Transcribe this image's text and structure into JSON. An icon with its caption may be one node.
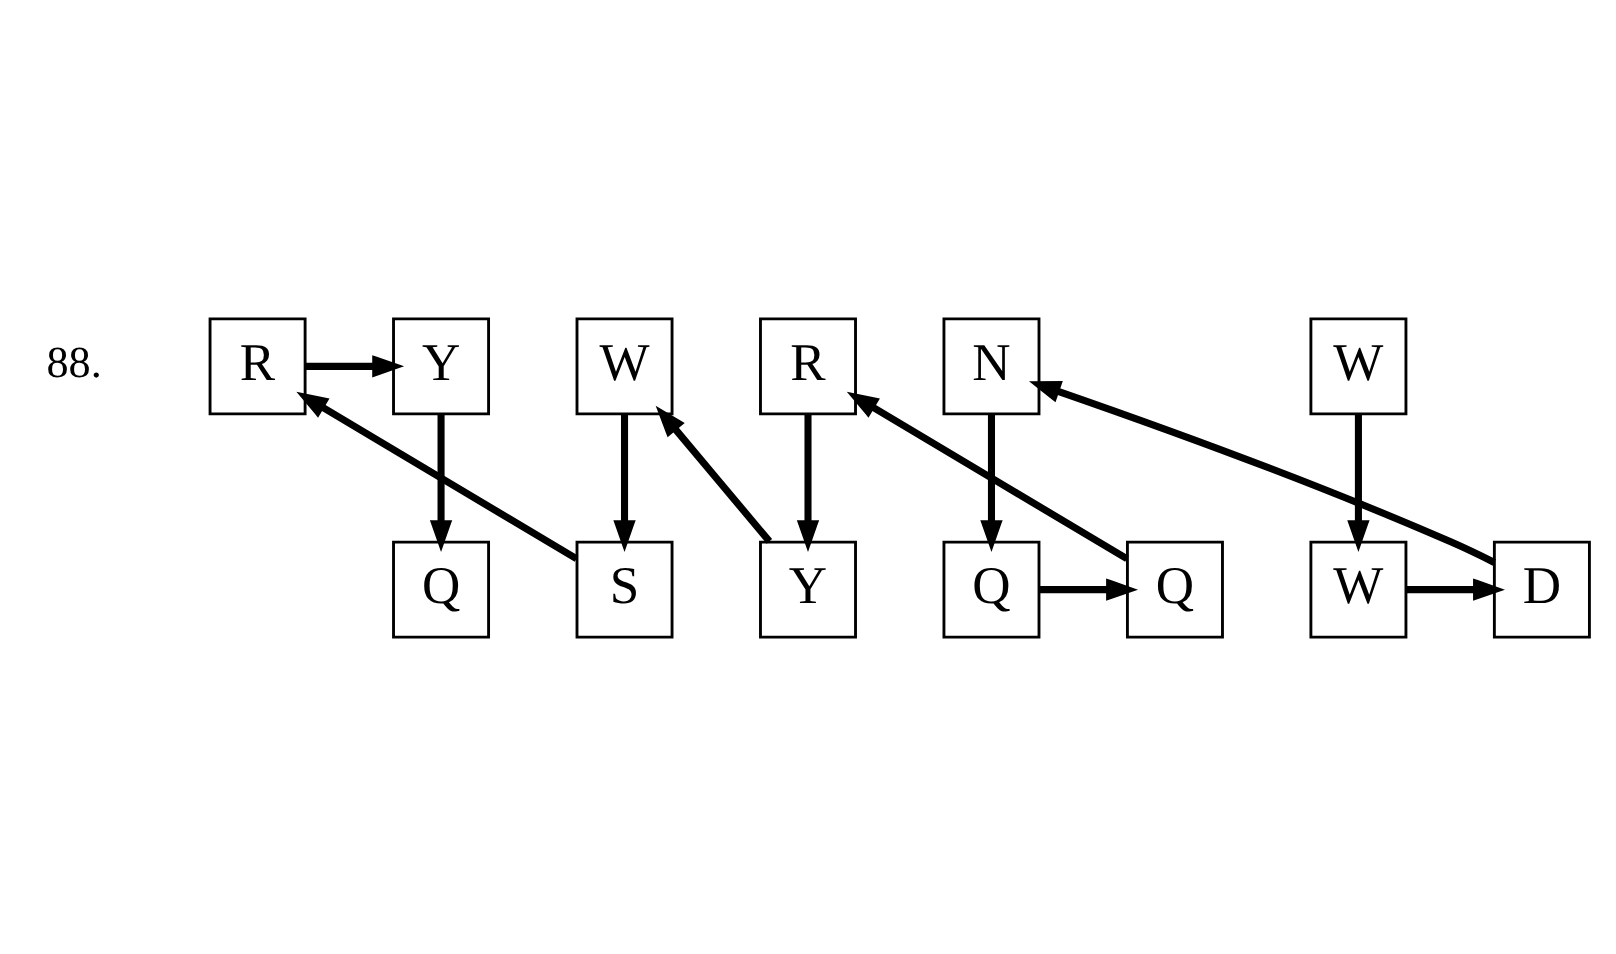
{
  "diagram": {
    "nodes": [
      {
        "text": [
          "Y"
        ]
      },
      {
        "text": [
          "R"
        ]
      },
      {
        "text": [
          "W"
        ]
      },
      {
        "text": [
          "R"
        ]
      },
      {
        "text": [
          "N"
        ]
      },
      {
        "text": [
          "W"
        ]
      },
      {
        "text": [
          "Q"
        ]
      },
      {
        "text": [
          "S"
        ]
      },
      {
        "text": [
          "Y"
        ]
      },
      {
        "text": [
          "Q"
        ]
      },
      {
        "text": [
          "W"
        ]
      },
      {
        "text": [
          "D"
        ]
      },
      {
        "text": [
          "Q"
        ]
      }
    ],
    "edges": [
      {
        "from": 1,
        "to": 0,
        "arrow": "to"
      },
      {
        "from": 0,
        "to": 6,
        "arrow": "to"
      },
      {
        "from": 7,
        "to": 1,
        "arrow": "to"
      },
      {
        "from": 2,
        "to": 7,
        "arrow": "to"
      },
      {
        "from": 8,
        "to": 2,
        "arrow": "to"
      },
      {
        "from": 3,
        "to": 8,
        "arrow": "to"
      },
      {
        "from": 9,
        "to": 3,
        "arrow": "to"
      },
      {
        "from": 12,
        "to": 9,
        "arrow": "to"
      },
      {
        "from": 10,
        "to": 11,
        "arrow": "to"
      },
      {
        "from": 11,
        "to": 4,
        "arrow": "to"
      },
      {
        "from": 5,
        "to": 10,
        "arrow": "to"
      },
      {
        "from": 4,
        "to": 12,
        "arrow": "to"
      }
    ],
    "labels": [
      "88."
    ]
  }
}
